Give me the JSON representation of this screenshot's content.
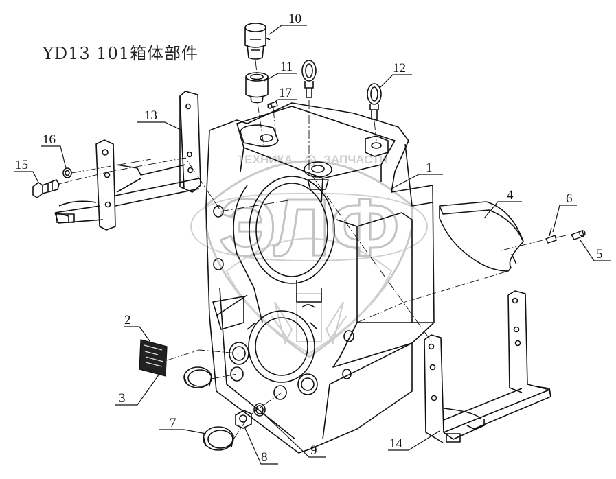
{
  "title": "YD13 101箱体部件",
  "watermark": {
    "brand": "ЭЛФ",
    "left_word": "ТЕХНИКА",
    "right_word": "ЗАПЧАСТИ",
    "color": "#bdbdbd"
  },
  "callouts": [
    "1",
    "2",
    "3",
    "4",
    "5",
    "6",
    "7",
    "8",
    "9",
    "10",
    "11",
    "12",
    "13",
    "14",
    "15",
    "16",
    "17"
  ],
  "line_color": "#111111"
}
